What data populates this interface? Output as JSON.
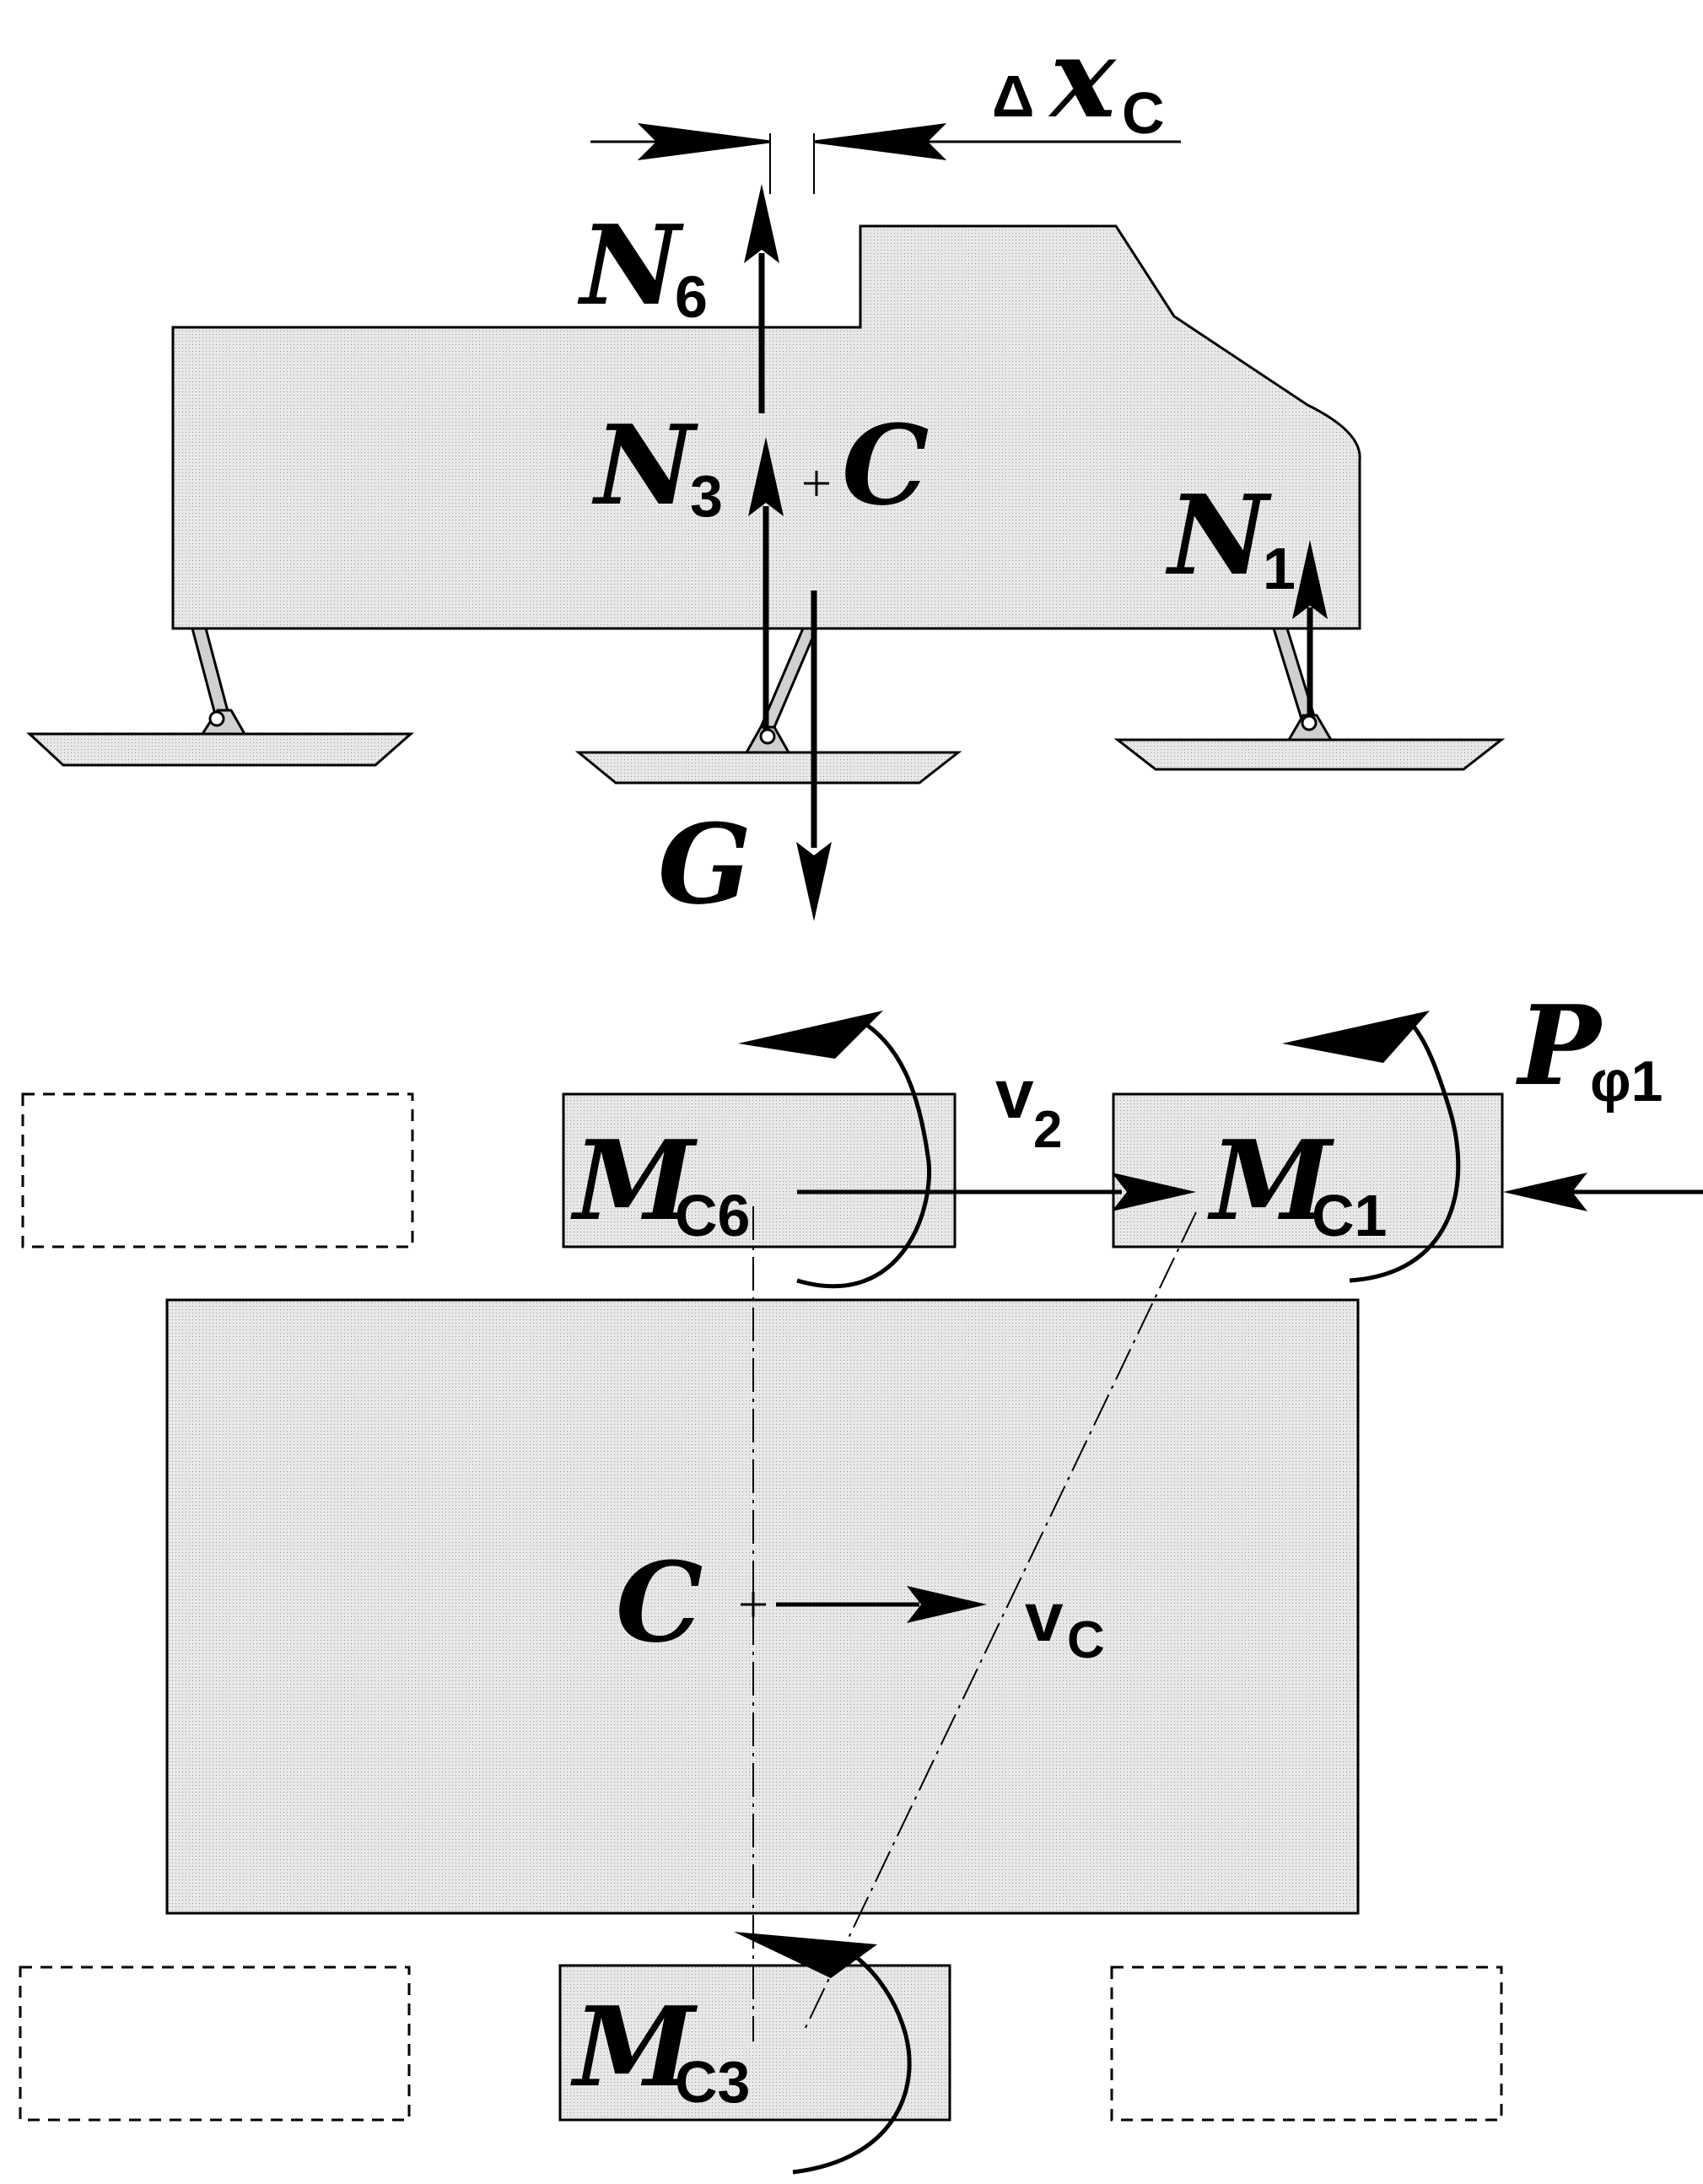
{
  "labels": {
    "delta_xc": {
      "delta": "Δ",
      "main": "x",
      "sub": "C"
    },
    "n6": {
      "main": "N",
      "sub": "6"
    },
    "n3": {
      "main": "N",
      "sub": "3"
    },
    "n1": {
      "main": "N",
      "sub": "1"
    },
    "c_side": {
      "main": "C"
    },
    "g": {
      "main": "G"
    },
    "mc6": {
      "main": "M",
      "sub": "C6"
    },
    "mc1": {
      "main": "M",
      "sub": "C1"
    },
    "mc3": {
      "main": "M",
      "sub": "C3"
    },
    "v2": {
      "main": "v",
      "sub": "2"
    },
    "p_phi1": {
      "main": "P",
      "sub": "φ1"
    },
    "c_top": {
      "main": "C"
    },
    "vc": {
      "main": "v",
      "sub": "C"
    }
  },
  "colors": {
    "fill": "#e6e6e6",
    "stroke": "#000000",
    "background": "#ffffff"
  }
}
